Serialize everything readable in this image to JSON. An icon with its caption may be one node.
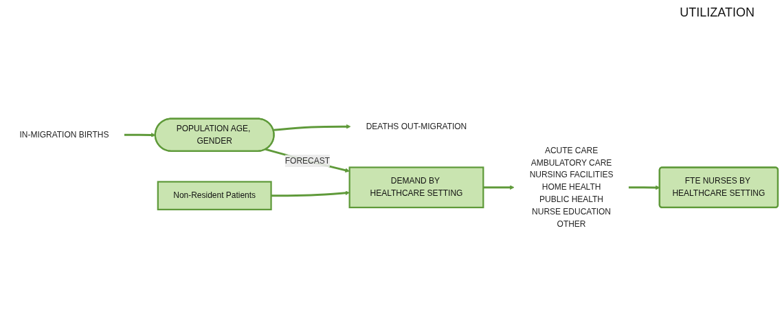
{
  "diagram": {
    "nodes": [
      {
        "text": [
          "IN-MIGRATION BIRTHS"
        ]
      },
      {
        "text": [
          "POPULATION AGE, GENDER"
        ]
      },
      {
        "text": [
          "DEATHS OUT-MIGRATION"
        ]
      },
      {
        "text": [
          "Non-Resident Patients"
        ]
      },
      {
        "text": [
          "DEMAND BY HEALTHCARE SETTING"
        ]
      },
      {
        "text": [
          "ACUTE CARE",
          "AMBULATORY CARE",
          "NURSING FACILITIES",
          "HOME HEALTH",
          "PUBLIC HEALTH",
          "NURSE EDUCATION",
          "OTHER"
        ]
      },
      {
        "text": [
          "FTE NURSES BY HEALTHCARE SETTING"
        ]
      }
    ],
    "edges": [
      {
        "from": 0,
        "to": 1,
        "arrow": "to"
      },
      {
        "from": 1,
        "to": 2,
        "arrow": "to"
      },
      {
        "from": 3,
        "to": 4,
        "arrow": "to"
      },
      {
        "from": 1,
        "to": 4,
        "arrow": "to",
        "label": "FORECAST"
      },
      {
        "from": 4,
        "to": 5,
        "arrow": "to"
      },
      {
        "from": 5,
        "to": 6,
        "arrow": "to"
      }
    ],
    "labels": [
      "UTILIZATION"
    ]
  }
}
